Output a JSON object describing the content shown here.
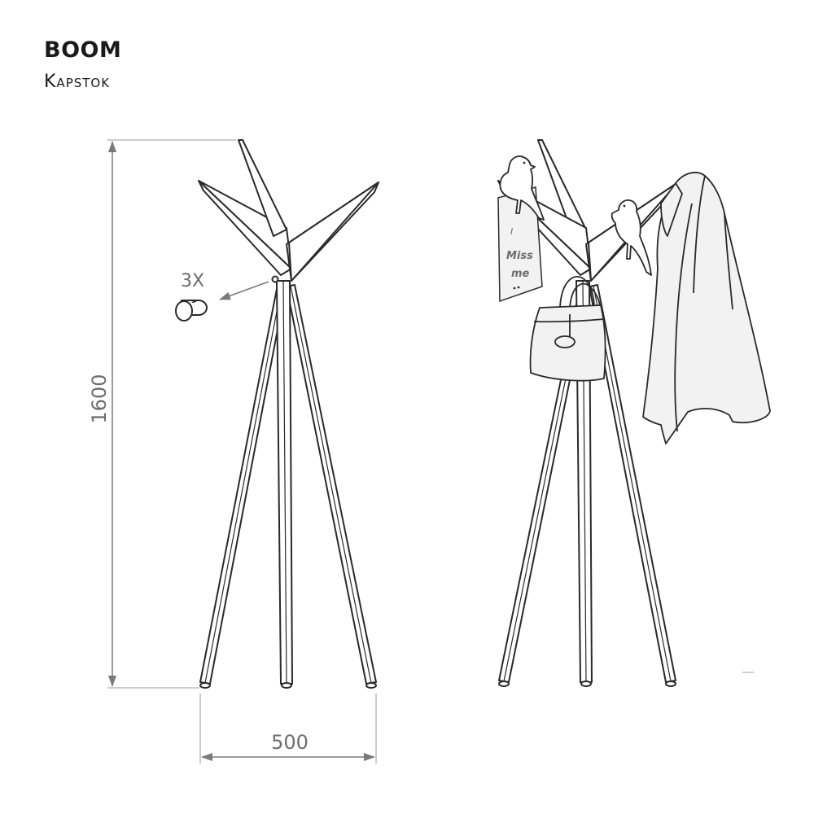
{
  "header": {
    "title": "BOOM",
    "subtitle": "Kapstok"
  },
  "dimensions": {
    "height": "1600",
    "width": "500",
    "hook_count": "3X"
  },
  "note_text": {
    "line1": "I",
    "line2": "Miss",
    "line3": "me"
  },
  "colors": {
    "line": "#2a2a2a",
    "dimension": "#7a7a7a",
    "fill_light": "#f2f2f2"
  }
}
